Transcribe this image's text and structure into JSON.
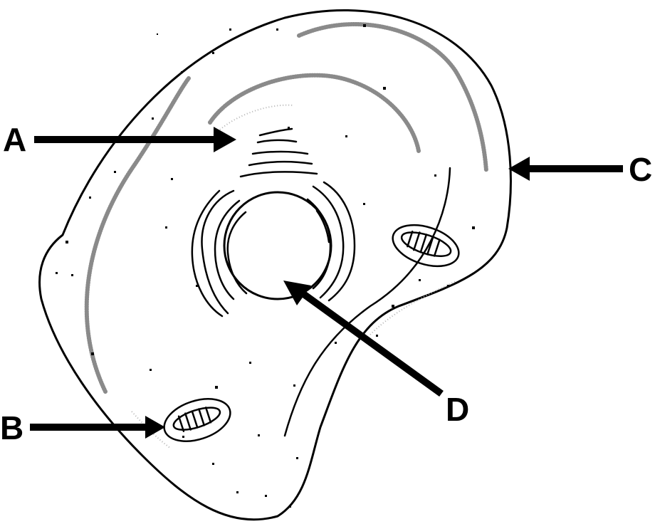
{
  "labels": {
    "a": "A",
    "b": "B",
    "c": "C",
    "d": "D"
  },
  "colors": {
    "ink": "#000000",
    "stipple": "#8a8a8a",
    "background": "#ffffff"
  }
}
